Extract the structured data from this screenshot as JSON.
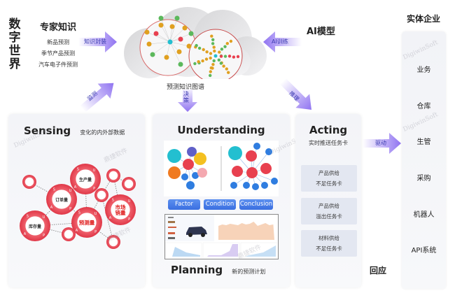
{
  "left_title": [
    "数",
    "字",
    "世",
    "界"
  ],
  "expert": {
    "heading": "专家知识",
    "items": [
      "新品预测",
      "季节产品预测",
      "汽车电子件预测"
    ]
  },
  "arrows": {
    "knowledge_encapsulation": "知识封装",
    "ai_training": "AI训练",
    "decision": "决策",
    "monitor": "监测",
    "reasoning": "推理",
    "drive": "驱动"
  },
  "cloud": {
    "caption": "预测知识图谱"
  },
  "ai_model": "AI模型",
  "sensing": {
    "title": "Sensing",
    "subtitle": "变化的内外部数据",
    "nodes": {
      "production": "生产量",
      "orders": "订单量",
      "inventory": "库存量",
      "forecast": "预测量",
      "market_sales": "市场销量"
    },
    "cycle_letters": [
      "S",
      "U",
      "P",
      "A"
    ]
  },
  "understanding": {
    "title": "Understanding",
    "buttons": [
      "Factor",
      "Condition",
      "Conclusion"
    ]
  },
  "planning": {
    "title": "Planning",
    "subtitle": "新的预测计划"
  },
  "acting": {
    "title": "Acting",
    "subtitle": "实时推送任务卡",
    "cards": [
      [
        "产品供给",
        "不足任务卡"
      ],
      [
        "产品供给",
        "溢出任务卡"
      ],
      [
        "材料供给",
        "不足任务卡"
      ]
    ]
  },
  "feedback": "回应",
  "enterprise": {
    "title": "实体企业",
    "items": [
      "业务",
      "仓库",
      "生管",
      "采购",
      "机器人",
      "API系统"
    ]
  },
  "watermarks": [
    "DigiwinSoft",
    "鼎捷软件"
  ],
  "colors": {
    "arrow": "#8a6cf0",
    "arrow_label": "#3b3bb0",
    "button": "#4a7fe8",
    "node_red": "#e8404f",
    "node_orange": "#e0a020",
    "node_green": "#5cb85c",
    "node_blue": "#2f7de0",
    "node_teal": "#23bfd0"
  }
}
